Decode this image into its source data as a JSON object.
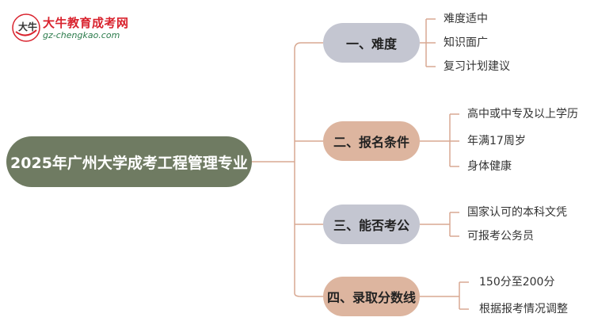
{
  "logo": {
    "mark_text": "大牛",
    "title": "大牛教育成考网",
    "url": "gz-chengkao.com"
  },
  "root": "2025年广州大学成考工程管理专业",
  "branches": [
    {
      "label": "一、难度",
      "items": [
        "难度适中",
        "知识面广",
        "复习计划建议"
      ]
    },
    {
      "label": "二、报名条件",
      "items": [
        "高中或中专及以上学历",
        "年满17周岁",
        "身体健康"
      ]
    },
    {
      "label": "三、能否考公",
      "items": [
        "国家认可的本科文凭",
        "可报考公务员"
      ]
    },
    {
      "label": "四、录取分数线",
      "items": [
        "150分至200分",
        "根据报考情况调整"
      ]
    }
  ],
  "colors": {
    "root_bg": "#6f7b62",
    "branch_gray": "#c4c6d1",
    "branch_peach": "#ddb59f",
    "connector": "#d8a892",
    "logo_red": "#d9232e"
  }
}
